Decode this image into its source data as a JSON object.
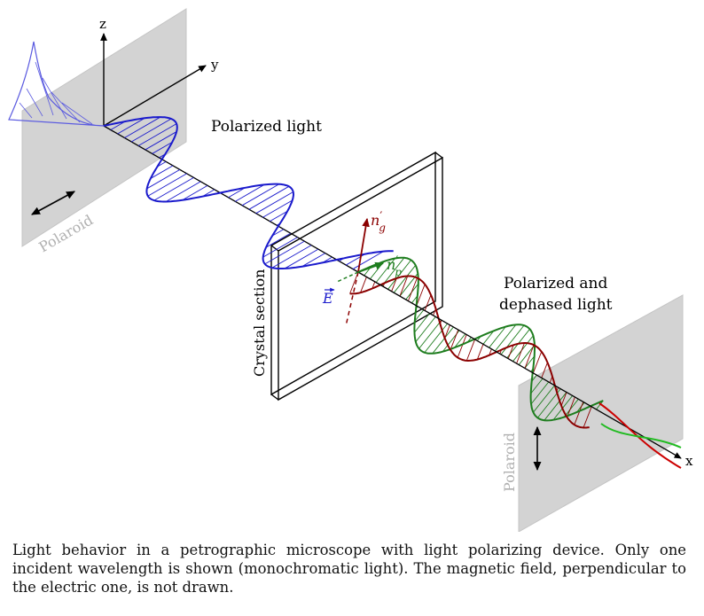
{
  "axes": {
    "z": "z",
    "y": "y",
    "x": "x"
  },
  "labels": {
    "polarized_light": "Polarized light",
    "polarized_dephased_line1": "Polarized and",
    "polarized_dephased_line2": "dephased light",
    "crystal_section": "Crystal section",
    "polaroid_left": "Polaroid",
    "polaroid_right": "Polaroid",
    "n_g": "n",
    "n_g_sub": "g",
    "n_p": "n",
    "n_p_sub": "p",
    "prime": "′",
    "e_field": "E"
  },
  "colors": {
    "incident_wave": "#1a1acc",
    "incident_wave_faded": "#5a5ae0",
    "slow_ray": "#8b0000",
    "fast_ray": "#1e7d1e",
    "exit_red": "#cc0000",
    "exit_green": "#22bb22",
    "polaroid_fill": "#d3d3d3",
    "polaroid_text": "#b0b0b0"
  },
  "caption": "Light behavior in a petrographic microscope with light polarizing device. Only one incident wavelength is shown (monochromatic light). The magnetic field, perpendicular to the electric one, is not drawn."
}
